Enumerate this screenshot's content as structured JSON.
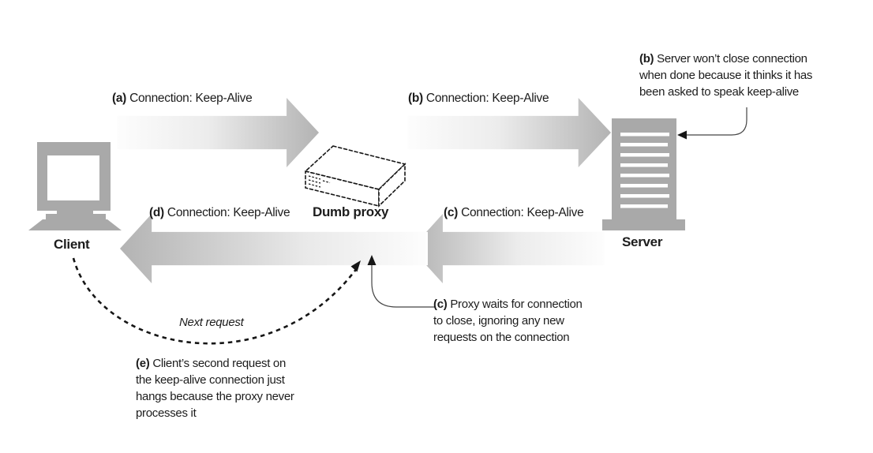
{
  "figure": {
    "description": "Dumb proxy keep-alive connection hang diagram"
  },
  "nodes": {
    "client": {
      "label": "Client"
    },
    "proxy": {
      "label": "Dumb proxy"
    },
    "server": {
      "label": "Server"
    }
  },
  "messages": {
    "a": {
      "prefix": "(a)",
      "text": "Connection: Keep-Alive",
      "direction": "right"
    },
    "b": {
      "prefix": "(b)",
      "text": "Connection: Keep-Alive",
      "direction": "right"
    },
    "c": {
      "prefix": "(c)",
      "text": "Connection: Keep-Alive",
      "direction": "left"
    },
    "d": {
      "prefix": "(d)",
      "text": "Connection: Keep-Alive",
      "direction": "left"
    }
  },
  "annotations": {
    "b": {
      "prefix": "(b)",
      "lines": [
        "Server won’t close connection",
        "when done because it thinks it has",
        "been asked to speak keep-alive"
      ]
    },
    "c": {
      "prefix": "(c)",
      "lines": [
        "Proxy waits for connection",
        "to close, ignoring any new",
        "requests on the connection"
      ]
    },
    "e": {
      "prefix": "(e)",
      "lines": [
        "Client’s second request on",
        "the keep-alive connection just",
        "hangs because the proxy never",
        "processes it"
      ]
    }
  },
  "dashed_arrow": {
    "label": "Next request"
  },
  "colors": {
    "icon_gray": "#a9a9a9",
    "arrow_head_gray": "#b3b3b3",
    "arrow_tail": "#fdfdfd",
    "line_black": "#161616",
    "text": "#1c1c1c"
  }
}
